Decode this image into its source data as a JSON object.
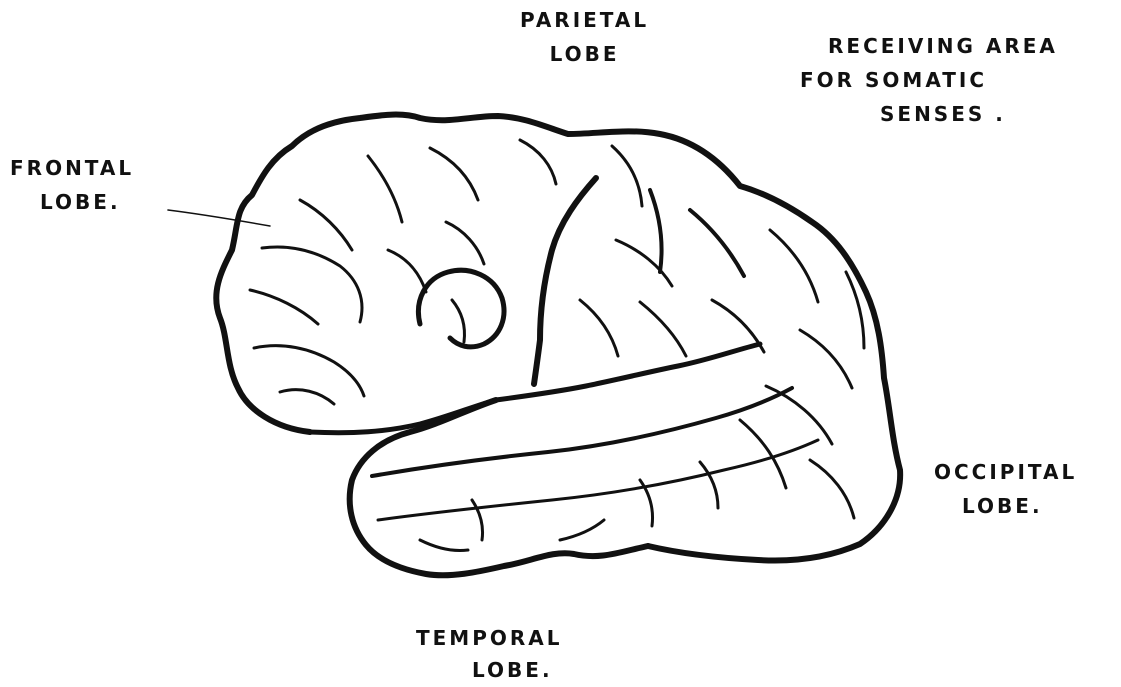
{
  "labels": {
    "parietal": [
      "PARIETAL",
      "LOBE"
    ],
    "receiving": [
      "RECEIVING AREA",
      "FOR SOMATIC",
      "SENSES ."
    ],
    "frontal": [
      "FRONTAL",
      "LOBE."
    ],
    "occipital": [
      "OCCIPITAL",
      "LOBE."
    ],
    "temporal": [
      "TEMPORAL",
      "LOBE."
    ]
  },
  "colors": {
    "ink": "#111111",
    "paper": "#ffffff"
  }
}
